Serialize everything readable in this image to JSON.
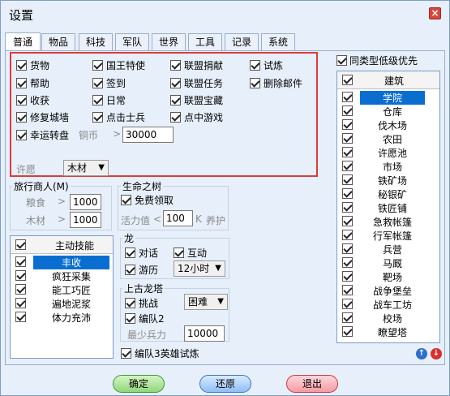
{
  "window": {
    "title": "设置",
    "close_glyph": "×"
  },
  "tabs": [
    {
      "label": "普通",
      "active": true
    },
    {
      "label": "物品"
    },
    {
      "label": "科技"
    },
    {
      "label": "军队"
    },
    {
      "label": "世界"
    },
    {
      "label": "工具"
    },
    {
      "label": "记录"
    },
    {
      "label": "系统"
    }
  ],
  "general": {
    "options": [
      {
        "label": "货物",
        "checked": true
      },
      {
        "label": "国王特使",
        "checked": true
      },
      {
        "label": "联盟捐献",
        "checked": true
      },
      {
        "label": "试炼",
        "checked": true
      },
      {
        "label": "帮助",
        "checked": true
      },
      {
        "label": "签到",
        "checked": true
      },
      {
        "label": "联盟任务",
        "checked": true
      },
      {
        "label": "删除邮件",
        "checked": true
      },
      {
        "label": "收获",
        "checked": true
      },
      {
        "label": "日常",
        "checked": true
      },
      {
        "label": "联盟宝藏",
        "checked": true
      },
      {
        "label": "修复城墙",
        "checked": true
      },
      {
        "label": "点击士兵",
        "checked": true
      },
      {
        "label": "点中游戏",
        "checked": true
      },
      {
        "label": "幸运转盘",
        "checked": true
      }
    ],
    "copper": {
      "label": "铜币",
      "op": ">",
      "value": "30000"
    },
    "wish": {
      "label": "许愿",
      "value": "木材"
    }
  },
  "merchant": {
    "title": "旅行商人(M)",
    "food": {
      "label": "粮食",
      "op": ">",
      "value": "1000"
    },
    "wood": {
      "label": "木材",
      "op": ">",
      "value": "1000"
    }
  },
  "tree": {
    "title": "生命之树",
    "free": {
      "label": "免费领取",
      "checked": true
    },
    "vitality": {
      "label": "活力值",
      "op": "<",
      "value": "100",
      "unit": "K",
      "suffix": "养护"
    }
  },
  "skills": {
    "header": "主动技能",
    "items": [
      {
        "label": "丰收",
        "checked": true,
        "selected": true
      },
      {
        "label": "疯狂采集",
        "checked": true
      },
      {
        "label": "能工巧匠",
        "checked": true
      },
      {
        "label": "遍地泥浆",
        "checked": true
      },
      {
        "label": "体力充沛",
        "checked": true
      }
    ]
  },
  "dragon": {
    "title": "龙",
    "dialog": {
      "label": "对话",
      "checked": true
    },
    "interact": {
      "label": "互动",
      "checked": true
    },
    "play": {
      "label": "游历",
      "checked": true
    },
    "duration": "12小时"
  },
  "tower": {
    "title": "上古龙塔",
    "challenge": {
      "label": "挑战",
      "checked": true
    },
    "difficulty": "困难",
    "team2": {
      "label": "编队2",
      "checked": true
    },
    "min_troops": {
      "label": "最少兵力",
      "value": "10000"
    }
  },
  "hero_trial": {
    "label": "编队3英雄试炼",
    "checked": true
  },
  "buildings": {
    "low_priority": {
      "label": "同类型低级优先",
      "checked": true
    },
    "header": "建筑",
    "items": [
      {
        "label": "学院",
        "checked": true,
        "selected": true
      },
      {
        "label": "仓库",
        "checked": true
      },
      {
        "label": "伐木场",
        "checked": true
      },
      {
        "label": "农田",
        "checked": true
      },
      {
        "label": "许愿池",
        "checked": true
      },
      {
        "label": "市场",
        "checked": true
      },
      {
        "label": "铁矿场",
        "checked": true
      },
      {
        "label": "秘银矿",
        "checked": true
      },
      {
        "label": "铁匠铺",
        "checked": true
      },
      {
        "label": "急救帐篷",
        "checked": true
      },
      {
        "label": "行军帐篷",
        "checked": true
      },
      {
        "label": "兵营",
        "checked": true
      },
      {
        "label": "马厩",
        "checked": true
      },
      {
        "label": "靶场",
        "checked": true
      },
      {
        "label": "战争堡垒",
        "checked": true
      },
      {
        "label": "战车工坊",
        "checked": true
      },
      {
        "label": "校场",
        "checked": true
      },
      {
        "label": "瞭望塔",
        "checked": true
      }
    ],
    "up_glyph": "↑",
    "down_glyph": "↓"
  },
  "footer": {
    "ok": "确定",
    "restore": "还原",
    "exit": "退出"
  },
  "colors": {
    "accent": "#0a6ed1",
    "highlight_border": "#e0393a"
  }
}
